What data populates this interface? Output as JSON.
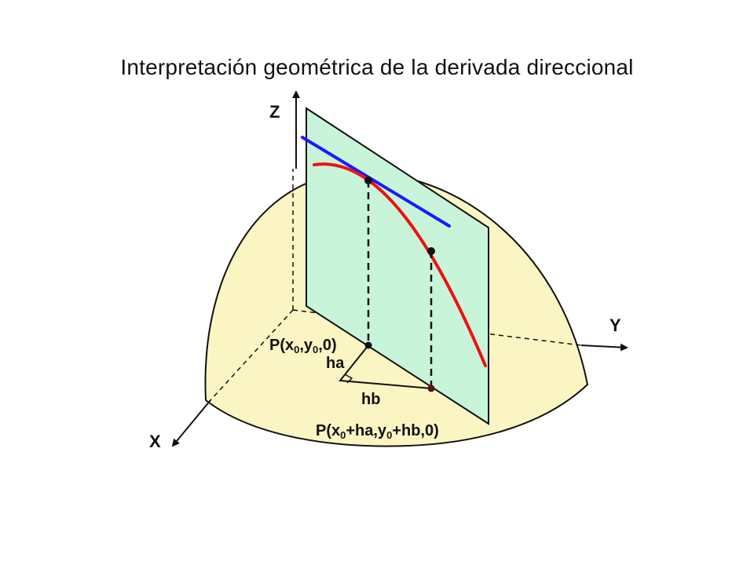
{
  "title": "Interpretación geométrica de la derivada direccional",
  "axes": {
    "z": "Z",
    "y": "Y",
    "x": "X"
  },
  "labels": {
    "p0_prefix": "P(x",
    "p0_sub1": "0",
    "p0_mid": ",y",
    "p0_sub2": "0",
    "p0_suffix": ",0)",
    "ha": "ha",
    "hb": "hb",
    "p1_prefix": "P(x",
    "p1_sub1": "0",
    "p1_mid": "+ha,y",
    "p1_sub2": "0",
    "p1_suffix": "+hb,0)"
  },
  "colors": {
    "surface": "#fbf5c4",
    "plane": "#c8f5da",
    "tangent": "#1a1aff",
    "curve": "#ee1111",
    "outline": "#111111"
  }
}
